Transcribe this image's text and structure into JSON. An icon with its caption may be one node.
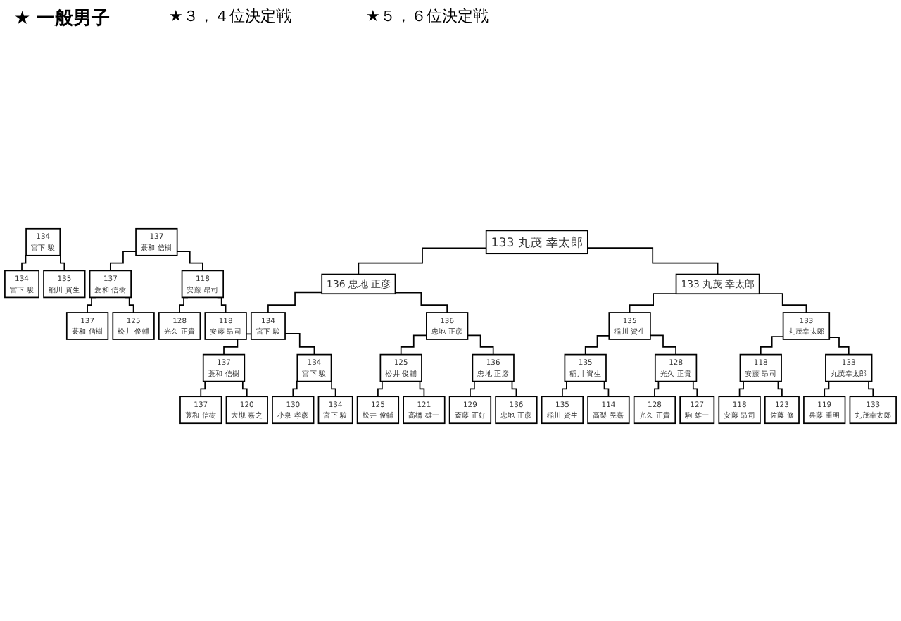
{
  "diagram": {
    "title": "★ 一般男子",
    "nodes": [
      {
        "text": [
          "133 丸茂 幸太郎"
        ]
      },
      {
        "text": [
          "136 忠地 正彦"
        ]
      },
      {
        "text": [
          "133 丸茂 幸太郎"
        ]
      },
      {
        "text": [
          "134",
          "宮下 駿"
        ]
      },
      {
        "text": [
          "136",
          "忠地 正彦"
        ]
      },
      {
        "text": [
          "135",
          "稲川 資生"
        ]
      },
      {
        "text": [
          "133",
          "丸茂幸太郎"
        ]
      },
      {
        "text": [
          "137",
          "蓑和 信樹"
        ]
      },
      {
        "text": [
          "134",
          "宮下 駿"
        ]
      },
      {
        "text": [
          "125",
          "松井 俊輔"
        ]
      },
      {
        "text": [
          "136",
          "忠地 正彦"
        ]
      },
      {
        "text": [
          "135",
          "稲川 資生"
        ]
      },
      {
        "text": [
          "128",
          "光久 正貴"
        ]
      },
      {
        "text": [
          "118",
          "安藤 昂司"
        ]
      },
      {
        "text": [
          "133",
          "丸茂幸太郎"
        ]
      },
      {
        "text": [
          "137",
          "蓑和 信樹"
        ]
      },
      {
        "text": [
          "120",
          "大槻 嘉之"
        ]
      },
      {
        "text": [
          "130",
          "小泉 孝彦"
        ]
      },
      {
        "text": [
          "134",
          "宮下 駿"
        ]
      },
      {
        "text": [
          "125",
          "松井 俊輔"
        ]
      },
      {
        "text": [
          "121",
          "高橋 雄一"
        ]
      },
      {
        "text": [
          "129",
          "斎藤 正好"
        ]
      },
      {
        "text": [
          "136",
          "忠地 正彦"
        ]
      },
      {
        "text": [
          "135",
          "稲川 資生"
        ]
      },
      {
        "text": [
          "114",
          "高梨 晃嘉"
        ]
      },
      {
        "text": [
          "128",
          "光久 正貴"
        ]
      },
      {
        "text": [
          "127",
          "駒 雄一"
        ]
      },
      {
        "text": [
          "118",
          "安藤 昂司"
        ]
      },
      {
        "text": [
          "123",
          "佐藤 修"
        ]
      },
      {
        "text": [
          "119",
          "兵藤 重明"
        ]
      },
      {
        "text": [
          "133",
          "丸茂幸太郎"
        ]
      },
      {
        "text": [
          "134",
          "宮下 駿"
        ]
      },
      {
        "text": [
          "134",
          "宮下 駿"
        ]
      },
      {
        "text": [
          "135",
          "稲川 資生"
        ]
      },
      {
        "text": [
          "137",
          "蓑和 信樹"
        ]
      },
      {
        "text": [
          "137",
          "蓑和 信樹"
        ]
      },
      {
        "text": [
          "118",
          "安藤 昂司"
        ]
      },
      {
        "text": [
          "137",
          "蓑和 信樹"
        ]
      },
      {
        "text": [
          "125",
          "松井 俊輔"
        ]
      },
      {
        "text": [
          "128",
          "光久 正貴"
        ]
      },
      {
        "text": [
          "118",
          "安藤 昂司"
        ]
      }
    ],
    "edges": [
      {
        "from": 0,
        "to": 1,
        "arrow": "none"
      },
      {
        "from": 0,
        "to": 2,
        "arrow": "none"
      },
      {
        "from": 1,
        "to": 3,
        "arrow": "none"
      },
      {
        "from": 1,
        "to": 4,
        "arrow": "none"
      },
      {
        "from": 2,
        "to": 5,
        "arrow": "none"
      },
      {
        "from": 2,
        "to": 6,
        "arrow": "none"
      },
      {
        "from": 3,
        "to": 7,
        "arrow": "none"
      },
      {
        "from": 3,
        "to": 8,
        "arrow": "none"
      },
      {
        "from": 4,
        "to": 9,
        "arrow": "none"
      },
      {
        "from": 4,
        "to": 10,
        "arrow": "none"
      },
      {
        "from": 5,
        "to": 11,
        "arrow": "none"
      },
      {
        "from": 5,
        "to": 12,
        "arrow": "none"
      },
      {
        "from": 6,
        "to": 13,
        "arrow": "none"
      },
      {
        "from": 6,
        "to": 14,
        "arrow": "none"
      },
      {
        "from": 7,
        "to": 15,
        "arrow": "none"
      },
      {
        "from": 7,
        "to": 16,
        "arrow": "none"
      },
      {
        "from": 8,
        "to": 17,
        "arrow": "none"
      },
      {
        "from": 8,
        "to": 18,
        "arrow": "none"
      },
      {
        "from": 9,
        "to": 19,
        "arrow": "none"
      },
      {
        "from": 9,
        "to": 20,
        "arrow": "none"
      },
      {
        "from": 10,
        "to": 21,
        "arrow": "none"
      },
      {
        "from": 10,
        "to": 22,
        "arrow": "none"
      },
      {
        "from": 11,
        "to": 23,
        "arrow": "none"
      },
      {
        "from": 11,
        "to": 24,
        "arrow": "none"
      },
      {
        "from": 12,
        "to": 25,
        "arrow": "none"
      },
      {
        "from": 12,
        "to": 26,
        "arrow": "none"
      },
      {
        "from": 13,
        "to": 27,
        "arrow": "none"
      },
      {
        "from": 13,
        "to": 28,
        "arrow": "none"
      },
      {
        "from": 14,
        "to": 29,
        "arrow": "none"
      },
      {
        "from": 14,
        "to": 30,
        "arrow": "none"
      },
      {
        "from": 31,
        "to": 32,
        "arrow": "none"
      },
      {
        "from": 31,
        "to": 33,
        "arrow": "none"
      },
      {
        "from": 34,
        "to": 35,
        "arrow": "none"
      },
      {
        "from": 34,
        "to": 36,
        "arrow": "none"
      },
      {
        "from": 35,
        "to": 37,
        "arrow": "none"
      },
      {
        "from": 35,
        "to": 38,
        "arrow": "none"
      },
      {
        "from": 36,
        "to": 39,
        "arrow": "none"
      },
      {
        "from": 36,
        "to": 40,
        "arrow": "none"
      }
    ],
    "labels": [
      "★３，４位決定戦",
      "★５，６位決定戦"
    ]
  }
}
